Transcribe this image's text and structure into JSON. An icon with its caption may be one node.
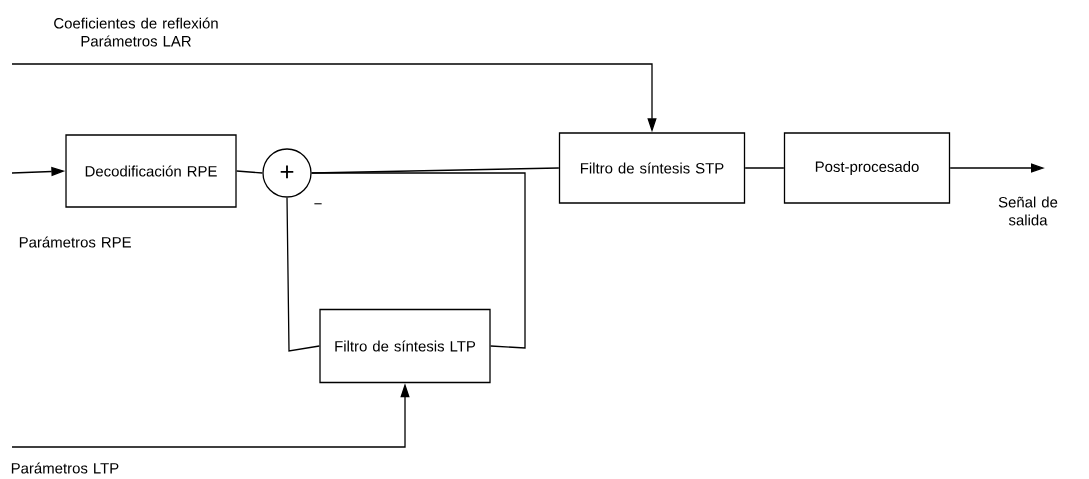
{
  "diagram": {
    "nodes": [
      {
        "text": [
          "Decodificación RPE"
        ]
      },
      {
        "text": [
          "+"
        ],
        "beside": [
          "−"
        ]
      },
      {
        "text": [
          "Filtro de síntesis STP"
        ]
      },
      {
        "text": [
          "Post-procesado"
        ]
      },
      {
        "text": [
          "Filtro de síntesis LTP"
        ]
      }
    ],
    "edges": [
      {
        "from": null,
        "to": 0,
        "arrow": "to"
      },
      {
        "from": 0,
        "to": 1,
        "arrow": "none"
      },
      {
        "from": 1,
        "to": 2,
        "arrow": "none"
      },
      {
        "from": 2,
        "to": 3,
        "arrow": "none"
      },
      {
        "from": 3,
        "to": null,
        "arrow": "to"
      },
      {
        "from": null,
        "to": 2,
        "arrow": "to"
      },
      {
        "from": 1,
        "to": 4,
        "arrow": "none"
      },
      {
        "from": 4,
        "to": 1,
        "arrow": "none"
      },
      {
        "from": null,
        "to": 4,
        "arrow": "to"
      }
    ],
    "labels": [
      "Coeficientes de reflexión Parámetros LAR",
      "Parámetros RPE",
      "Señal de salida",
      "Parámetros LTP"
    ]
  }
}
